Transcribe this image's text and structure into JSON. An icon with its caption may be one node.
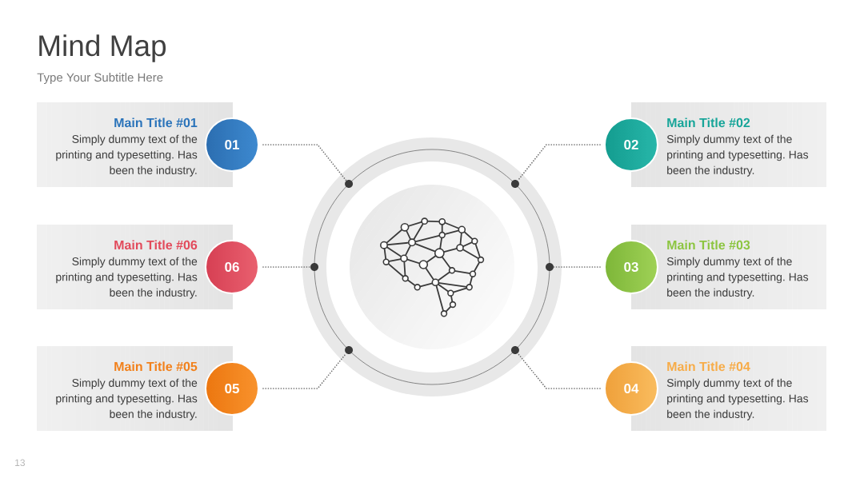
{
  "diagram": {
    "title": "Mind Map",
    "nodes": [
      {
        "text": [],
        "shape": "circle"
      },
      {
        "text": [],
        "shape": "circle",
        "in": 0
      },
      {
        "text": [],
        "shape": "circle",
        "in": 0
      },
      {
        "text": [],
        "shape": "circle",
        "in": 0
      },
      {
        "text": [],
        "shape": "circle",
        "in": 0
      },
      {
        "text": [],
        "shape": "circle",
        "in": 0
      },
      {
        "text": [],
        "shape": "circle",
        "in": 0
      },
      {
        "text": [
          "Main Title #01",
          "Simply dummy text of the printing and typesetting. Has been the industry."
        ]
      },
      {
        "text": [
          "01"
        ]
      },
      {
        "text": [
          "02"
        ]
      },
      {
        "text": [
          "Main Title #02",
          "Simply dummy text of the printing and typesetting. Has been the industry."
        ]
      },
      {
        "text": [
          "Main Title #06",
          "Simply dummy text of the printing and typesetting. Has been the industry."
        ]
      },
      {
        "text": [
          "06"
        ]
      },
      {
        "text": [
          "03"
        ]
      },
      {
        "text": [
          "Main Title #03",
          "Simply dummy text of the printing and typesetting. Has been the industry."
        ]
      },
      {
        "text": [
          "Main Title #05",
          "Simply dummy text of the printing and typesetting. Has been the industry."
        ]
      },
      {
        "text": [
          "05"
        ]
      },
      {
        "text": [
          "04"
        ]
      },
      {
        "text": [
          "Main Title #04",
          "Simply dummy text of the printing and typesetting. Has been the industry."
        ]
      }
    ],
    "edges": [
      {
        "from": 8,
        "to": 1,
        "arrow": "none"
      },
      {
        "from": 9,
        "to": 2,
        "arrow": "none"
      },
      {
        "from": 12,
        "to": 3,
        "arrow": "none"
      },
      {
        "from": 13,
        "to": 4,
        "arrow": "none"
      },
      {
        "from": 16,
        "to": 5,
        "arrow": "none"
      },
      {
        "from": 17,
        "to": 6,
        "arrow": "none"
      }
    ],
    "labels": [
      "Type Your Subtitle Here",
      "13"
    ]
  }
}
